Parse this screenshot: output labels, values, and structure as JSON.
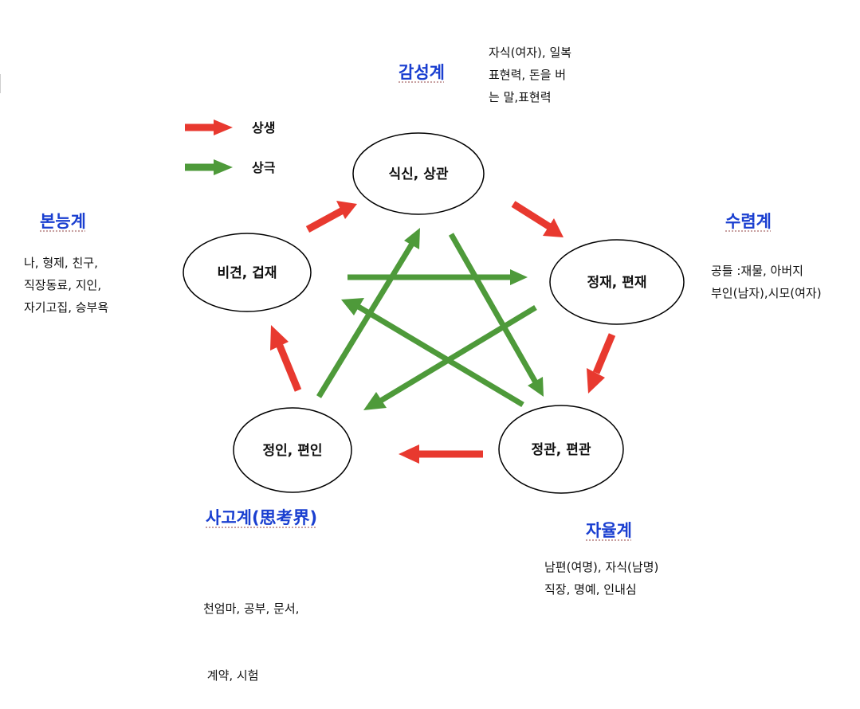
{
  "nodes": {
    "siksin": "식신, 상관",
    "jeongjae": "정재, 편재",
    "jeonggwan": "정관, 편관",
    "jeongin": "정인, 편인",
    "bigyeon": "비견, 겁재"
  },
  "legend": {
    "sangsaeng": "상생",
    "sanggeuk": "상극"
  },
  "realms": {
    "gamseong": {
      "title": "감성계",
      "lines": [
        "자식(여자), 일복",
        "표현력, 돈을 버",
        "는 말,표현력"
      ]
    },
    "suryeom": {
      "title": "수렴계",
      "lines": [
        "공틀 :재물, 아버지",
        "부인(남자),시모(여자)"
      ]
    },
    "jayul": {
      "title": "자율계",
      "lines": [
        "남편(여명), 자식(남명)",
        "직장, 명예, 인내심"
      ]
    },
    "sago": {
      "title": "사고계(思考界)",
      "lines": [
        "천엄마, 공부, 문서,",
        " 계약, 시험"
      ]
    },
    "bonneung": {
      "title": "본능계",
      "lines": [
        "나, 형제, 친구,",
        "직장동료, 지인,",
        "자기고집, 승부욕"
      ]
    }
  },
  "colors": {
    "sangsaeng_arrow": "#e8392f",
    "sanggeuk_arrow": "#4e9a3a",
    "realm_title": "#1a3fd0",
    "node_stroke": "#000000"
  }
}
